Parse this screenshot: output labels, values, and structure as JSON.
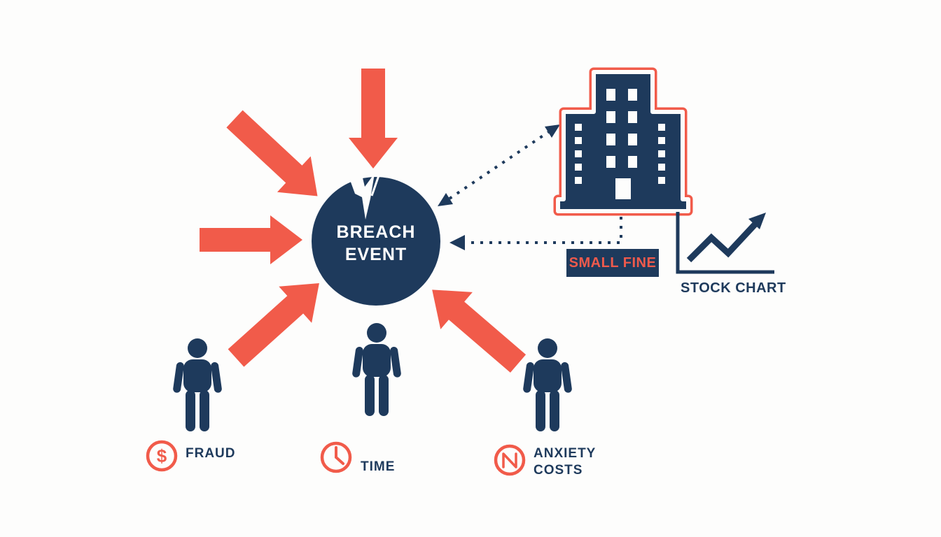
{
  "colors": {
    "navy": "#1e3a5c",
    "coral": "#f15b4a",
    "background": "#fdfdfc",
    "text_on_navy": "#ffffff"
  },
  "breach": {
    "label": "BREACH EVENT",
    "icon": "cracked-circle-icon"
  },
  "company": {
    "building_icon": "office-building-icon",
    "fine_label": "SMALL FINE",
    "stock_chart_label": "STOCK CHART",
    "stock_chart_icon": "rising-line-chart-icon",
    "connectors": [
      "double-headed-dotted-arrow",
      "elbow-dotted-arrow"
    ]
  },
  "impact_arrows": {
    "count": 5,
    "icon": "solid-arrow-icon"
  },
  "victims": {
    "items": [
      {
        "icon": "dollar-icon",
        "glyph": "$",
        "label": "FRAUD"
      },
      {
        "icon": "clock-icon",
        "label": "TIME"
      },
      {
        "icon": "anxiety-icon",
        "label": "ANXIETY COSTS"
      }
    ]
  }
}
